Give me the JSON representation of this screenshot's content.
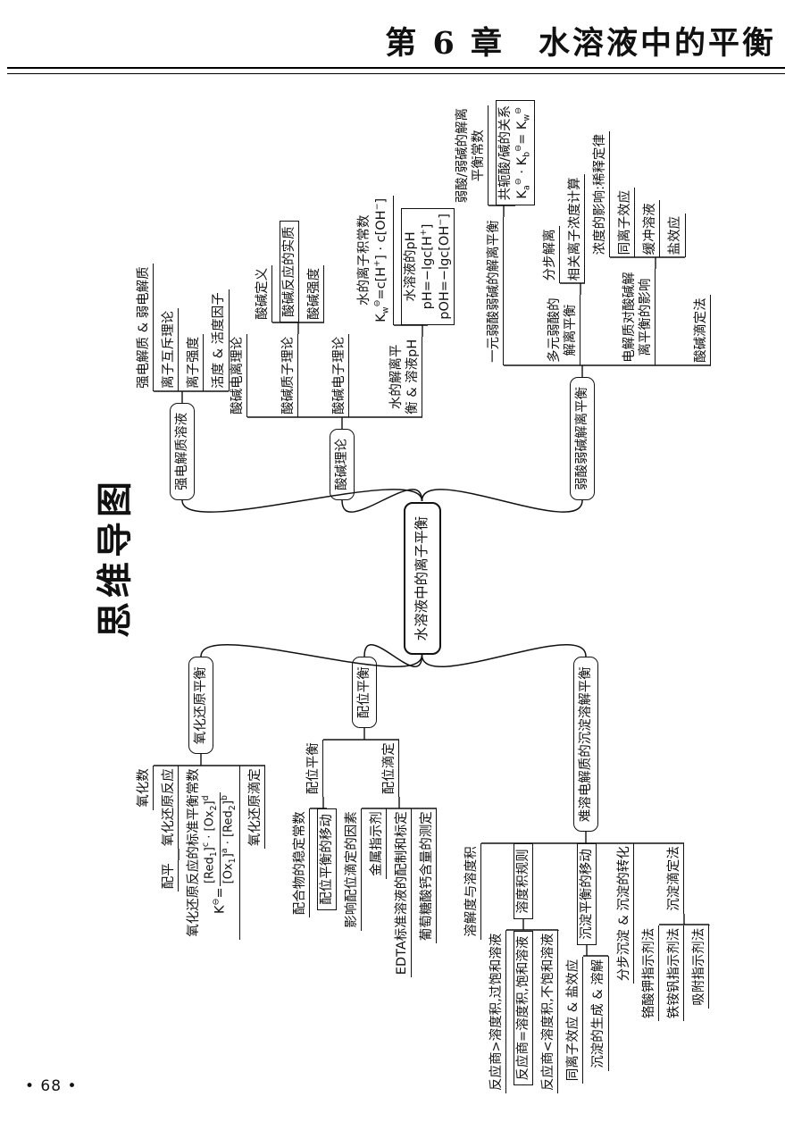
{
  "page": {
    "chapter_title": "第 6 章　水溶液中的平衡",
    "sidebar_label": "思维导图",
    "page_number": "• 68 •"
  },
  "mindmap": {
    "root": {
      "id": "root-ion-equilibrium",
      "style": "root",
      "lines": [
        "水溶液中的离子平衡"
      ]
    },
    "right_branches": [
      {
        "id": "strong-electrolyte-solution",
        "style": "branch",
        "lines": [
          "强电解质溶液"
        ],
        "children": [
          {
            "style": "line",
            "lines": [
              "强电解质 & 弱电解质"
            ]
          },
          {
            "style": "line",
            "lines": [
              "离子互斥理论"
            ]
          },
          {
            "style": "line",
            "lines": [
              "离子强度"
            ]
          },
          {
            "style": "line",
            "lines": [
              "活度 & 活度因子"
            ]
          }
        ]
      },
      {
        "id": "acid-base-theory",
        "style": "branch",
        "lines": [
          "酸碱理论"
        ],
        "children": [
          {
            "style": "line",
            "lines": [
              "酸碱电离理论"
            ]
          },
          {
            "style": "line",
            "lines": [
              "酸碱质子理论"
            ],
            "children": [
              {
                "style": "line",
                "lines": [
                  "酸碱定义"
                ]
              },
              {
                "style": "box",
                "lines": [
                  "酸碱反应的实质"
                ]
              },
              {
                "style": "line",
                "lines": [
                  "酸碱强度"
                ]
              }
            ]
          },
          {
            "style": "line",
            "lines": [
              "酸碱电子理论"
            ]
          },
          {
            "style": "line",
            "lines": [
              "水的解离平",
              "衡 & 溶液pH"
            ],
            "children": [
              {
                "style": "line",
                "lines": [
                  "水的离子积常数",
                  "K<sub>w</sub><sup>⊖</sup>=c[H<sup>+</sup>] · c[OH<sup>−</sup>]"
                ]
              },
              {
                "style": "box",
                "lines": [
                  "水溶液的pH",
                  "pH=−lgc[H<sup>+</sup>]",
                  "pOH=−lgc[OH<sup>−</sup>]"
                ]
              }
            ]
          }
        ]
      },
      {
        "id": "weak-acid-base-dissociation",
        "style": "branch",
        "lines": [
          "弱酸弱碱解离平衡"
        ],
        "children": [
          {
            "style": "line",
            "lines": [
              "一元弱酸弱碱的解离平衡"
            ],
            "children": [
              {
                "style": "line",
                "lines": [
                  "弱酸/弱碱的解离",
                  "平衡常数"
                ]
              },
              {
                "style": "box",
                "lines": [
                  "共轭酸/碱的关系",
                  "K<sub>a</sub><sup>⊖</sup> · K<sub>b</sub><sup>⊖</sup>= K<sub>w</sub><sup>⊖</sup>"
                ]
              }
            ]
          },
          {
            "style": "line",
            "lines": [
              "多元弱酸的",
              "解离平衡"
            ],
            "children": [
              {
                "style": "line",
                "lines": [
                  "分步解离"
                ]
              },
              {
                "style": "line",
                "lines": [
                  "相关离子浓度计算"
                ]
              }
            ]
          },
          {
            "style": "line",
            "lines": [
              "电解质对酸碱解",
              "离平衡的影响"
            ],
            "children": [
              {
                "style": "line",
                "lines": [
                  "浓度的影响:稀释定律"
                ]
              },
              {
                "style": "line",
                "lines": [
                  "同离子效应"
                ]
              },
              {
                "style": "line",
                "lines": [
                  "缓冲溶液"
                ]
              },
              {
                "style": "line",
                "lines": [
                  "盐效应"
                ]
              }
            ]
          },
          {
            "style": "line",
            "lines": [
              "酸碱滴定法"
            ]
          }
        ]
      }
    ],
    "left_branches": [
      {
        "id": "redox-equilibrium",
        "style": "branch",
        "lines": [
          "氧化还原平衡"
        ],
        "children": [
          {
            "style": "line",
            "lines": [
              "氧化数"
            ]
          },
          {
            "style": "line",
            "lines": [
              "氧化还原反应"
            ],
            "children": [
              {
                "style": "line",
                "lines": [
                  "配平"
                ]
              }
            ]
          },
          {
            "style": "line",
            "lines": [
              "氧化还原反应的标准平衡常数",
              "K<sup>⊖</sup>=<span class='frac'><span class='num'>[Red<sub>1</sub>]<sup>c</sup> · [Ox<sub>2</sub>]<sup>d</sup></span><span class='den'>[Ox<sub>1</sub>]<sup>a</sup> · [Red<sub>2</sub>]<sup>b</sup></span></span>"
            ]
          },
          {
            "style": "line",
            "lines": [
              "氧化还原滴定"
            ]
          }
        ]
      },
      {
        "id": "coordination-equilibrium",
        "style": "branch",
        "lines": [
          "配位平衡"
        ],
        "children": [
          {
            "style": "line",
            "lines": [
              "配位平衡"
            ],
            "children": [
              {
                "style": "line",
                "lines": [
                  "配合物的稳定常数"
                ]
              },
              {
                "style": "box",
                "lines": [
                  "配位平衡的移动"
                ]
              }
            ]
          },
          {
            "style": "line",
            "lines": [
              "配位滴定"
            ],
            "children": [
              {
                "style": "line",
                "lines": [
                  "影响配位滴定的因素"
                ]
              },
              {
                "style": "line",
                "lines": [
                  "金属指示剂"
                ]
              },
              {
                "style": "line",
                "lines": [
                  "EDTA标准溶液的配制和标定"
                ]
              },
              {
                "style": "line",
                "lines": [
                  "葡萄糖酸钙含量的测定"
                ]
              }
            ]
          }
        ]
      },
      {
        "id": "precipitation-dissolution-equilibrium",
        "style": "branch",
        "lines": [
          "难溶电解质的沉淀溶解平衡"
        ],
        "children": [
          {
            "style": "line",
            "lines": [
              "溶解度与溶度积"
            ]
          },
          {
            "style": "box",
            "lines": [
              "溶度积规则"
            ],
            "children": [
              {
                "style": "line",
                "lines": [
                  "反应商>溶度积,过饱和溶液"
                ]
              },
              {
                "style": "box",
                "lines": [
                  "反应商=溶度积,饱和溶液"
                ]
              },
              {
                "style": "line",
                "lines": [
                  "反应商<溶度积,不饱和溶液"
                ]
              }
            ]
          },
          {
            "style": "box",
            "lines": [
              "沉淀平衡的移动"
            ],
            "children": [
              {
                "style": "line",
                "lines": [
                  "同离子效应 & 盐效应"
                ]
              },
              {
                "style": "line",
                "lines": [
                  "沉淀的生成 & 溶解"
                ]
              }
            ]
          },
          {
            "style": "line",
            "lines": [
              "分步沉淀 & 沉淀的转化"
            ]
          },
          {
            "style": "line",
            "lines": [
              "沉淀滴定法"
            ],
            "children": [
              {
                "style": "line",
                "lines": [
                  "铬酸钾指示剂法"
                ]
              },
              {
                "style": "line",
                "lines": [
                  "铁铵钒指示剂法"
                ]
              },
              {
                "style": "line",
                "lines": [
                  "吸附指示剂法"
                ]
              }
            ]
          }
        ]
      }
    ]
  }
}
